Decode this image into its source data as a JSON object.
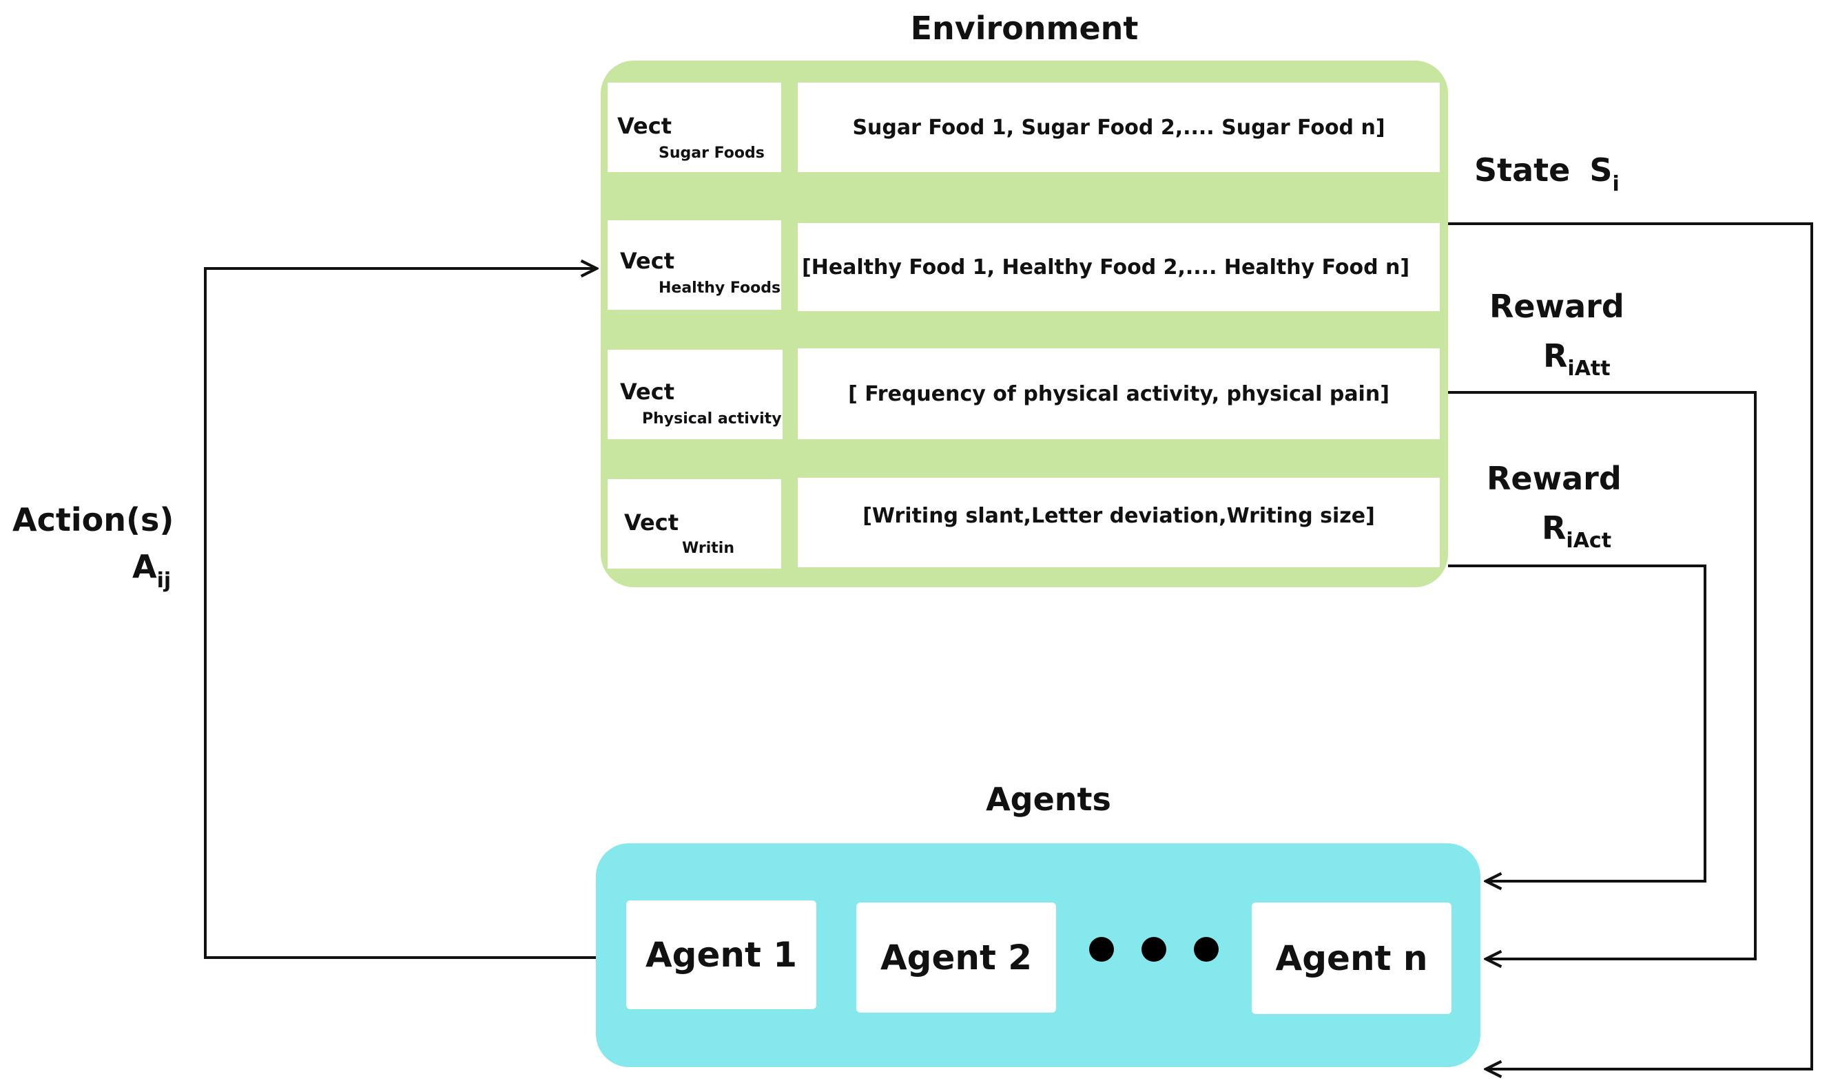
{
  "environment": {
    "title": "Environment",
    "rows": [
      {
        "vect": "Vect",
        "sub": "Sugar Foods",
        "value": "Sugar Food 1, Sugar Food 2,.... Sugar Food n]"
      },
      {
        "vect": "Vect",
        "sub": "Healthy Foods",
        "value": "[Healthy Food 1, Healthy Food 2,.... Healthy Food n]"
      },
      {
        "vect": "Vect",
        "sub": "Physical activity",
        "value": "[ Frequency of physical activity, physical pain]"
      },
      {
        "vect": "Vect",
        "sub": "Writin",
        "value": "[Writing slant,Letter deviation,Writing size]"
      }
    ],
    "fill_color": "#c8e6a0"
  },
  "state": {
    "label": "State",
    "symbol": "S",
    "subscript": "i"
  },
  "reward_att": {
    "label": "Reward",
    "symbol": "R",
    "subscript": "iAtt"
  },
  "reward_act": {
    "label": "Reward",
    "symbol": "R",
    "subscript": "iAct"
  },
  "action": {
    "label": "Action(s)",
    "symbol": "A",
    "subscript": "ij"
  },
  "agents": {
    "title": "Agents",
    "fill_color": "#84e8ec",
    "items": [
      {
        "label": "Agent 1"
      },
      {
        "label": "Agent 2"
      },
      {
        "label": "Agent n"
      }
    ]
  }
}
